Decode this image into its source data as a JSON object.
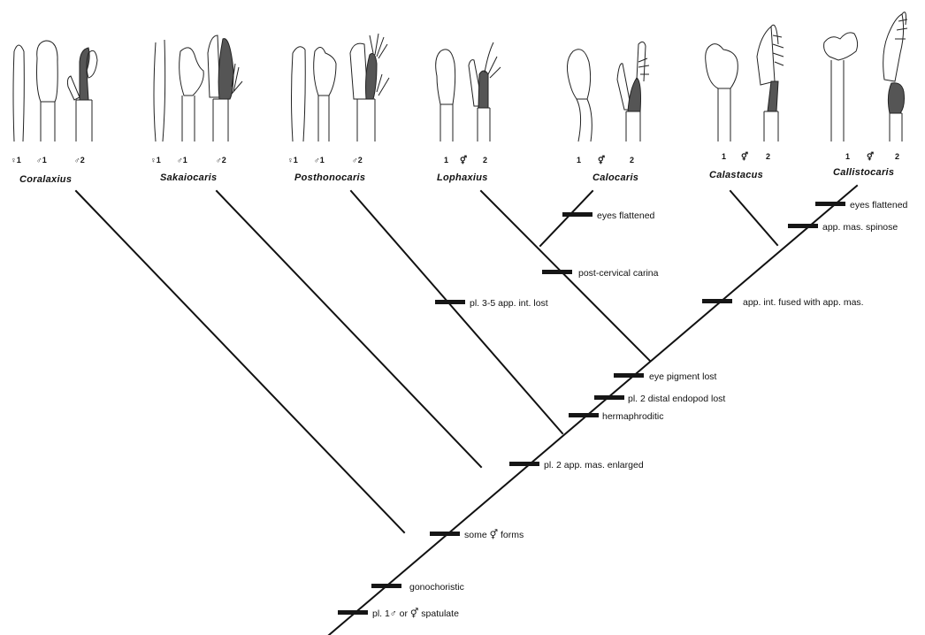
{
  "taxa": [
    {
      "name": "Coralaxius",
      "labels": [
        "♀1",
        "♂1",
        "♂2"
      ]
    },
    {
      "name": "Sakaiocaris",
      "labels": [
        "♀1",
        "♂1",
        "♂2"
      ]
    },
    {
      "name": "Posthonocaris",
      "labels": [
        "♀1",
        "♂1",
        "♂2"
      ]
    },
    {
      "name": "Lophaxius",
      "labels": [
        "1",
        "⚥",
        "2"
      ]
    },
    {
      "name": "Calocaris",
      "labels": [
        "1",
        "⚥",
        "2"
      ]
    },
    {
      "name": "Calastacus",
      "labels": [
        "1",
        "⚥",
        "2"
      ]
    },
    {
      "name": "Callistocaris",
      "labels": [
        "1",
        "⚥",
        "2"
      ]
    }
  ],
  "characters": {
    "eyes_flattened_a": "eyes flattened",
    "eyes_flattened_b": "eyes flattened",
    "app_mas_spinose": "app. mas. spinose",
    "post_cervical": "post-cervical carina",
    "pl_3_5": "pl. 3-5 app. int. lost",
    "app_int_fused": "app. int. fused with app. mas.",
    "eye_pigment": "eye pigment lost",
    "pl2_distal": "pl. 2 distal endopod lost",
    "hermaphroditic": "hermaphroditic",
    "pl2_enlarged": "pl. 2 app. mas. enlarged",
    "some_forms": "some ⚥  forms",
    "gonochoristic": "gonochoristic",
    "pl1_spatulate": "pl. 1♂ or ⚥ spatulate"
  }
}
